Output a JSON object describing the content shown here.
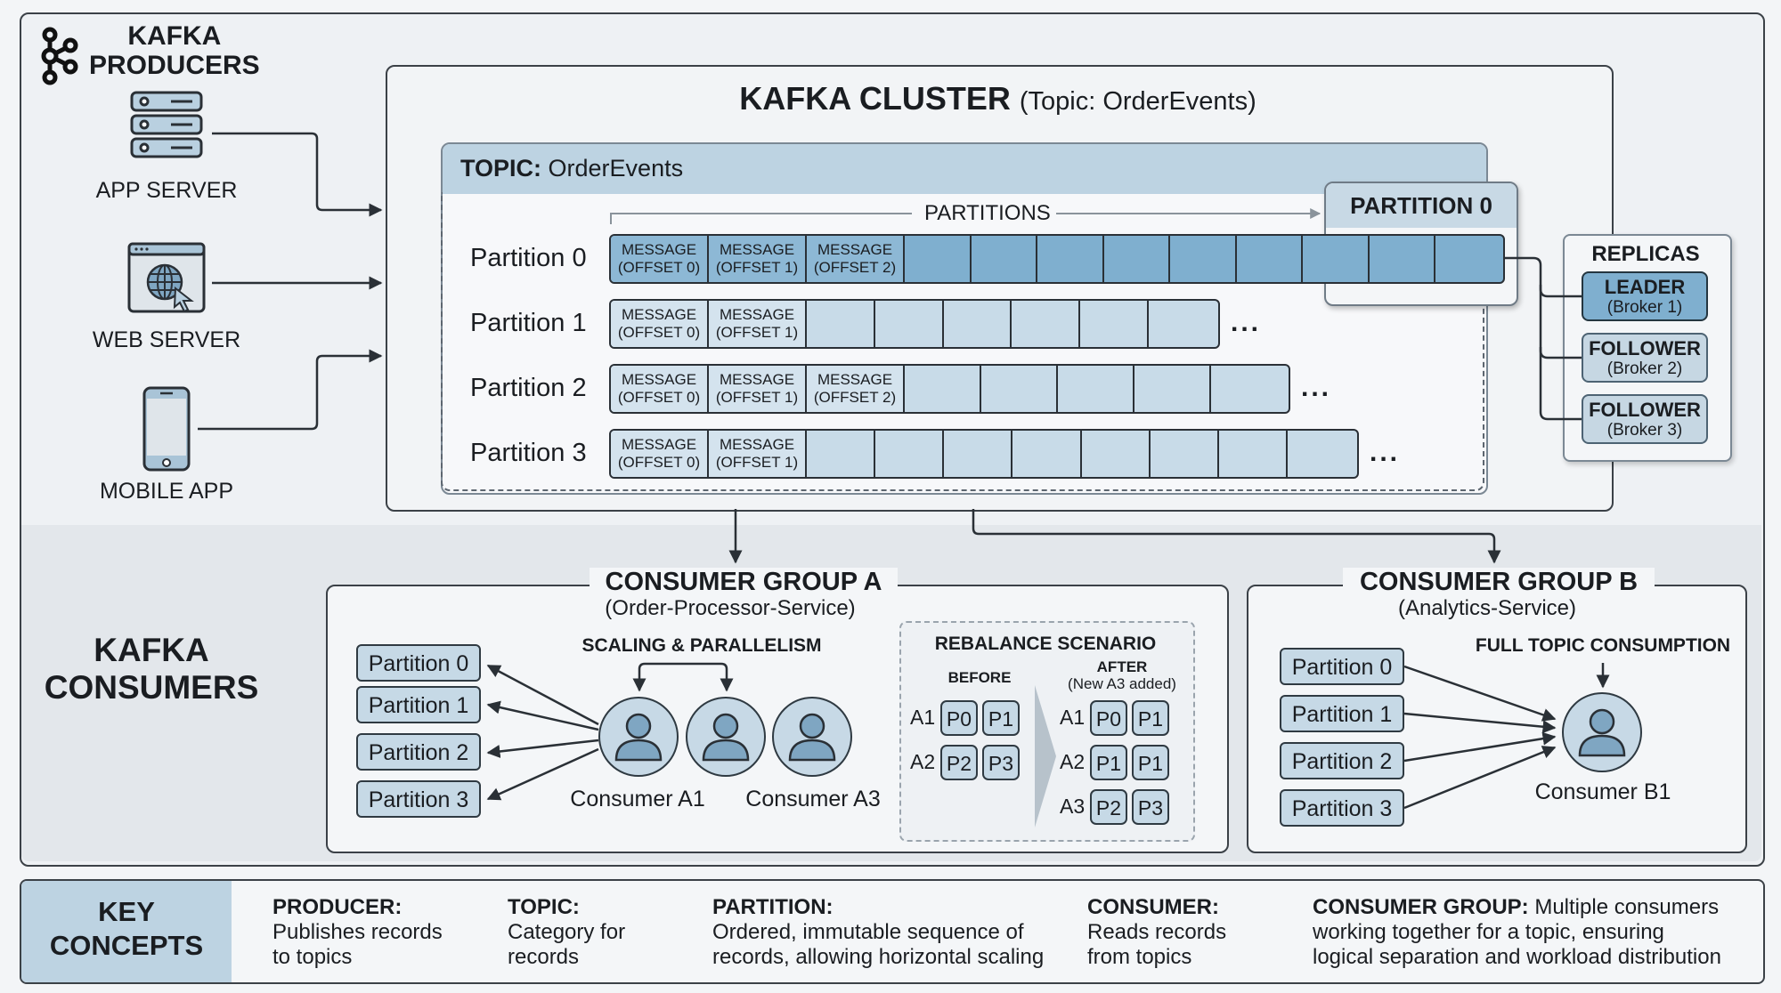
{
  "producers": {
    "title_line1": "KAFKA",
    "title_line2": "PRODUCERS",
    "logo_icon": "kafka-logo-icon",
    "items": [
      {
        "label": "APP SERVER",
        "icon": "server-rack-icon"
      },
      {
        "label": "WEB SERVER",
        "icon": "browser-globe-icon"
      },
      {
        "label": "MOBILE APP",
        "icon": "mobile-phone-icon"
      }
    ]
  },
  "cluster": {
    "title": "KAFKA CLUSTER",
    "subtitle": "(Topic: OrderEvents)",
    "topic_label": "TOPIC:",
    "topic_name": "OrderEvents",
    "partitions_header": "PARTITIONS",
    "partitions": [
      {
        "label": "Partition 0",
        "messages": [
          "MESSAGE",
          "(OFFSET 0)",
          "MESSAGE",
          "(OFFSET 1)",
          "MESSAGE",
          "(OFFSET 2)"
        ],
        "msg_count": 3,
        "empty_cells": 9,
        "highlighted": true,
        "more": ""
      },
      {
        "label": "Partition 1",
        "messages": [
          "MESSAGE",
          "(OFFSET 0)",
          "MESSAGE",
          "(OFFSET 1)"
        ],
        "msg_count": 2,
        "empty_cells": 6,
        "highlighted": false,
        "more": "..."
      },
      {
        "label": "Partition 2",
        "messages": [
          "MESSAGE",
          "(OFFSET 0)",
          "MESSAGE",
          "(OFFSET 1)",
          "MESSAGE",
          "(OFFSET 2)"
        ],
        "msg_count": 3,
        "empty_cells": 5,
        "highlighted": false,
        "more": "..."
      },
      {
        "label": "Partition 3",
        "messages": [
          "MESSAGE",
          "(OFFSET 0)",
          "MESSAGE",
          "(OFFSET 1)"
        ],
        "msg_count": 2,
        "empty_cells": 8,
        "highlighted": false,
        "more": "..."
      }
    ],
    "partition0_callout": "PARTITION 0",
    "replicas": {
      "title": "REPLICAS",
      "items": [
        {
          "role": "LEADER",
          "broker": "(Broker 1)"
        },
        {
          "role": "FOLLOWER",
          "broker": "(Broker 2)"
        },
        {
          "role": "FOLLOWER",
          "broker": "(Broker 3)"
        }
      ]
    }
  },
  "consumers": {
    "title_line1": "KAFKA",
    "title_line2": "CONSUMERS",
    "group_a": {
      "title": "CONSUMER GROUP A",
      "subtitle": "(Order-Processor-Service)",
      "scaling_label": "SCALING & PARALLELISM",
      "partitions": [
        "Partition 0",
        "Partition 1",
        "Partition 2",
        "Partition 3"
      ],
      "consumer_labels": [
        "Consumer A1",
        "Consumer A3"
      ],
      "rebalance": {
        "title": "REBALANCE SCENARIO",
        "before_label": "BEFORE",
        "after_label": "AFTER",
        "after_note": "(New A3 added)",
        "before": [
          {
            "consumer": "A1",
            "parts": [
              "P0",
              "P1"
            ]
          },
          {
            "consumer": "A2",
            "parts": [
              "P2",
              "P3"
            ]
          }
        ],
        "after": [
          {
            "consumer": "A1",
            "parts": [
              "P0",
              "P1"
            ]
          },
          {
            "consumer": "A2",
            "parts": [
              "P1",
              "P1"
            ]
          },
          {
            "consumer": "A3",
            "parts": [
              "P2",
              "P3"
            ]
          }
        ]
      }
    },
    "group_b": {
      "title": "CONSUMER GROUP B",
      "subtitle": "(Analytics-Service)",
      "full_label": "FULL TOPIC CONSUMPTION",
      "partitions": [
        "Partition 0",
        "Partition 1",
        "Partition 2",
        "Partition 3"
      ],
      "consumer_label": "Consumer B1"
    }
  },
  "key_concepts": {
    "title_line1": "KEY",
    "title_line2": "CONCEPTS",
    "items": [
      {
        "term": "PRODUCER:",
        "line1": "Publishes records",
        "line2": "to topics"
      },
      {
        "term": "TOPIC:",
        "line1": "Category for",
        "line2": "records"
      },
      {
        "term": "PARTITION:",
        "line1": "Ordered, immutable sequence of",
        "line2": "records, allowing horizontal scaling"
      },
      {
        "term": "CONSUMER:",
        "line1": "Reads records",
        "line2": "from topics"
      },
      {
        "term": "CONSUMER GROUP:",
        "line1_inline": "Multiple consumers",
        "line1": "working together for a topic, ensuring",
        "line2": "logical separation and workload distribution"
      }
    ]
  },
  "colors": {
    "accent_dark": "#7fafcf",
    "accent_light": "#c8dbe8",
    "header_fill": "#bdd3e2",
    "stroke": "#2a3036"
  }
}
